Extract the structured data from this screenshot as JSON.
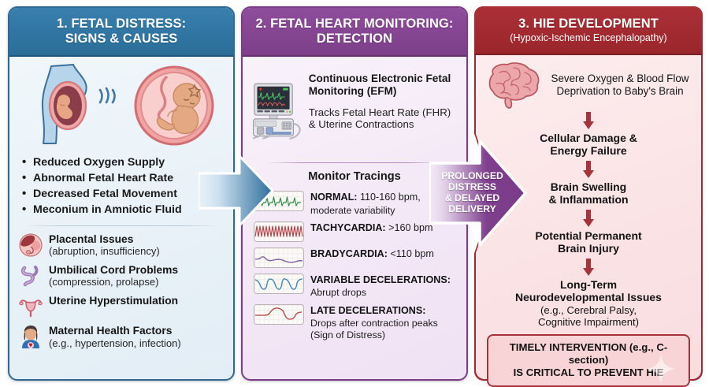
{
  "panels": [
    {
      "id": "fetal-distress",
      "number": "1.",
      "title_line1": "1. FETAL DISTRESS:",
      "title_line2": "SIGNS & CAUSES",
      "header_color": "#2a6d99",
      "body_color": "#e9f2f8",
      "figures": [
        "pregnant-woman-fetus-figure",
        "fetus-in-womb-figure"
      ],
      "bullets": [
        "Reduced Oxygen Supply",
        "Abnormal Fetal Heart Rate",
        "Decreased Fetal Movement",
        "Meconium in Amniotic Fluid"
      ],
      "causes": [
        {
          "icon": "placenta-icon",
          "title": "Placental Issues",
          "sub": "(abruption, insufficiency)"
        },
        {
          "icon": "umbilical-cord-icon",
          "title": "Umbilical Cord Problems",
          "sub": "(compression, prolapse)"
        },
        {
          "icon": "uterus-icon",
          "title": "Uterine Hyperstimulation",
          "sub": ""
        },
        {
          "icon": "mother-health-icon",
          "title": "Maternal Health Factors",
          "sub": "(e.g., hypertension, infection)"
        }
      ]
    },
    {
      "id": "fetal-heart-monitoring",
      "number": "2.",
      "title_line1": "2. FETAL HEART MONITORING:",
      "title_line2": "DETECTION",
      "header_color": "#7c3f88",
      "body_color": "#f3e8f6",
      "efm": {
        "icon": "efm-monitor-icon",
        "title": "Continuous Electronic Fetal Monitoring (EFM)",
        "subtitle": "Tracks Fetal Heart Rate (FHR) & Uterine Contractions"
      },
      "tracings_title": "Monitor Tracings",
      "tracings": [
        {
          "thumb": "normal-tracing-thumb",
          "color": "#2e8b46",
          "label": "NORMAL:",
          "value": " 110-160 bpm,",
          "note": "moderate variability"
        },
        {
          "thumb": "tachycardia-tracing-thumb",
          "color": "#b9414a",
          "label": "TACHYCARDIA:",
          "value": " >160 bpm",
          "note": ""
        },
        {
          "thumb": "bradycardia-tracing-thumb",
          "color": "#7d5a9e",
          "label": "BRADYCARDIA:",
          "value": " <110 bpm",
          "note": ""
        },
        {
          "thumb": "variable-decelerations-tracing-thumb",
          "color": "#3d82ae",
          "label": "VARIABLE DECELERATIONS:",
          "value": "",
          "note": "Abrupt drops"
        },
        {
          "thumb": "late-decelerations-tracing-thumb",
          "color": "#b5453f",
          "label": "LATE DECELERATIONS:",
          "value": "",
          "note": "Drops after contraction peaks\n(Sign of Distress)"
        }
      ]
    },
    {
      "id": "hie-development",
      "number": "3.",
      "title_line1": "3. HIE DEVELOPMENT",
      "title_line2": "(Hypoxic-Ischemic Encephalopathy)",
      "header_color": "#9a262c",
      "body_color": "#fbe4e6",
      "brain_icon": "brain-icon",
      "lead": "Severe Oxygen & Blood Flow Deprivation to Baby's Brain",
      "chain": [
        {
          "main": "Cellular Damage &\nEnergy Failure",
          "sub": ""
        },
        {
          "main": "Brain Swelling\n& Inflammation",
          "sub": ""
        },
        {
          "main": "Potential Permanent\nBrain Injury",
          "sub": ""
        },
        {
          "main": "Long-Term\nNeurodevelopmental Issues",
          "sub": "(e.g., Cerebral Palsy,\nCognitive Impairment)"
        }
      ],
      "callout": {
        "line1": "TIMELY INTERVENTION (e.g., C-section)",
        "line2": "IS CRITICAL TO PREVENT HIE",
        "border_color": "#a7333a",
        "fill_color": "#f9d4d6"
      }
    }
  ],
  "arrows": [
    {
      "id": "arrow-1-to-2",
      "label": "",
      "color_start": "#d8e7f2",
      "color_end": "#2f6f9e",
      "direction": "right"
    },
    {
      "id": "arrow-2-to-3",
      "label": "PROLONGED\nDISTRESS\n& DELAYED\nDELIVERY",
      "color_start": "#ebe0ef",
      "color_end": "#7e3f8c",
      "direction": "right"
    }
  ]
}
